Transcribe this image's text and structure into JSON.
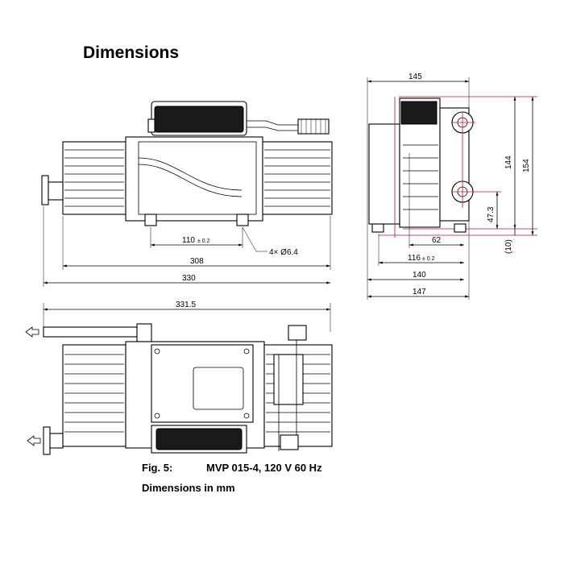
{
  "title": "Dimensions",
  "caption": {
    "figure_label": "Fig. 5:",
    "figure_text": "MVP 015-4, 120 V 60 Hz",
    "units_note": "Dimensions in mm"
  },
  "front_view": {
    "dim_110": "110",
    "dim_110_tol": "± 0.2",
    "dim_holes": "4× Ø6.4",
    "dim_308": "308",
    "dim_330": "330"
  },
  "side_view": {
    "dim_145": "145",
    "dim_144": "144",
    "dim_154": "154",
    "dim_47_3": "47.3",
    "dim_10": "(10)",
    "dim_62": "62",
    "dim_116": "116",
    "dim_116_tol": "± 0.2",
    "dim_140": "140",
    "dim_147": "147"
  },
  "top_view": {
    "dim_331_5": "331.5"
  },
  "colors": {
    "line": "#000000",
    "accent_red": "#c8102e"
  }
}
